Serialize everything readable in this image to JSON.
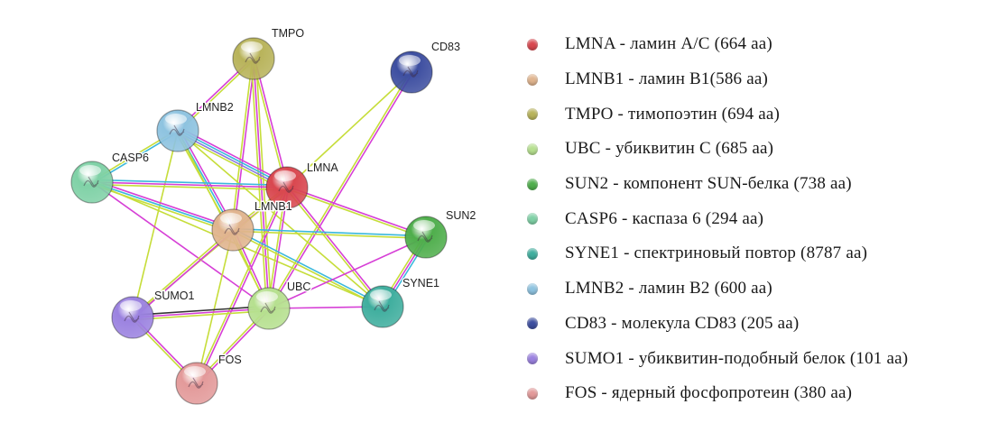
{
  "network": {
    "nodes": [
      {
        "id": "TMPO",
        "color": "#b8b35a"
      },
      {
        "id": "CD83",
        "color": "#3d4ea0"
      },
      {
        "id": "LMNB2",
        "color": "#8ec3e0"
      },
      {
        "id": "CASP6",
        "color": "#7fd1a6"
      },
      {
        "id": "LMNA",
        "color": "#d9474f"
      },
      {
        "id": "LMNB1",
        "color": "#e0b48e"
      },
      {
        "id": "SUN2",
        "color": "#4fae4c"
      },
      {
        "id": "UBC",
        "color": "#b6e08f"
      },
      {
        "id": "SYNE1",
        "color": "#3fae9e"
      },
      {
        "id": "SUMO1",
        "color": "#9b82e0"
      },
      {
        "id": "FOS",
        "color": "#e39a9a"
      }
    ],
    "edges": [
      {
        "a": "TMPO",
        "b": "LMNB2",
        "types": [
          "yellow",
          "magenta"
        ]
      },
      {
        "a": "TMPO",
        "b": "LMNB1",
        "types": [
          "magenta",
          "yellow"
        ]
      },
      {
        "a": "TMPO",
        "b": "UBC",
        "types": [
          "yellow",
          "magenta",
          "yellow"
        ]
      },
      {
        "a": "TMPO",
        "b": "LMNA",
        "types": [
          "magenta",
          "yellow"
        ]
      },
      {
        "a": "CD83",
        "b": "LMNA",
        "types": [
          "yellow"
        ]
      },
      {
        "a": "CD83",
        "b": "UBC",
        "types": [
          "magenta",
          "yellow"
        ]
      },
      {
        "a": "LMNB2",
        "b": "CASP6",
        "types": [
          "cyan",
          "yellow"
        ]
      },
      {
        "a": "LMNB2",
        "b": "LMNA",
        "types": [
          "magenta",
          "cyan",
          "violet",
          "yellow"
        ]
      },
      {
        "a": "LMNB2",
        "b": "LMNB1",
        "types": [
          "magenta",
          "cyan",
          "yellow"
        ]
      },
      {
        "a": "LMNB2",
        "b": "UBC",
        "types": [
          "yellow"
        ]
      },
      {
        "a": "LMNB2",
        "b": "SUMO1",
        "types": [
          "yellow"
        ]
      },
      {
        "a": "LMNB2",
        "b": "SYNE1",
        "types": [
          "yellow"
        ]
      },
      {
        "a": "CASP6",
        "b": "LMNA",
        "types": [
          "cyan",
          "magenta",
          "yellow"
        ]
      },
      {
        "a": "CASP6",
        "b": "LMNB1",
        "types": [
          "magenta",
          "cyan",
          "yellow"
        ]
      },
      {
        "a": "CASP6",
        "b": "UBC",
        "types": [
          "magenta"
        ]
      },
      {
        "a": "CASP6",
        "b": "SYNE1",
        "types": [
          "yellow"
        ]
      },
      {
        "a": "LMNA",
        "b": "LMNB1",
        "types": [
          "magenta",
          "yellow"
        ]
      },
      {
        "a": "LMNA",
        "b": "SUN2",
        "types": [
          "magenta",
          "yellow"
        ]
      },
      {
        "a": "LMNA",
        "b": "SYNE1",
        "types": [
          "magenta",
          "yellow"
        ]
      },
      {
        "a": "LMNA",
        "b": "UBC",
        "types": [
          "magenta",
          "yellow"
        ]
      },
      {
        "a": "LMNA",
        "b": "FOS",
        "types": [
          "magenta",
          "yellow"
        ]
      },
      {
        "a": "LMNA",
        "b": "SUMO1",
        "types": [
          "yellow"
        ]
      },
      {
        "a": "LMNB1",
        "b": "SUN2",
        "types": [
          "cyan",
          "yellow"
        ]
      },
      {
        "a": "LMNB1",
        "b": "SYNE1",
        "types": [
          "cyan",
          "yellow"
        ]
      },
      {
        "a": "LMNB1",
        "b": "UBC",
        "types": [
          "magenta",
          "yellow"
        ]
      },
      {
        "a": "LMNB1",
        "b": "SUMO1",
        "types": [
          "magenta",
          "yellow"
        ]
      },
      {
        "a": "LMNB1",
        "b": "FOS",
        "types": [
          "yellow"
        ]
      },
      {
        "a": "SUN2",
        "b": "SYNE1",
        "types": [
          "cyan",
          "magenta",
          "yellow"
        ]
      },
      {
        "a": "SUN2",
        "b": "UBC",
        "types": [
          "magenta"
        ]
      },
      {
        "a": "UBC",
        "b": "SYNE1",
        "types": [
          "magenta"
        ]
      },
      {
        "a": "UBC",
        "b": "SUMO1",
        "types": [
          "yellow",
          "magenta",
          "black"
        ]
      },
      {
        "a": "UBC",
        "b": "FOS",
        "types": [
          "magenta",
          "yellow"
        ]
      },
      {
        "a": "SUMO1",
        "b": "FOS",
        "types": [
          "magenta",
          "yellow"
        ]
      }
    ],
    "edge_colors": {
      "yellow": "#c6dd3a",
      "magenta": "#d63fd6",
      "cyan": "#3ab8dc",
      "violet": "#8a7ae0",
      "black": "#333333"
    }
  },
  "legend": {
    "items": [
      {
        "label": "LMNA - ламин A/C (664 аа)",
        "color": "#d9474f"
      },
      {
        "label": "LMNB1 - ламин B1(586 аа)",
        "color": "#e0b48e"
      },
      {
        "label": "TMPO - тимопоэтин (694 аа)",
        "color": "#b8b35a"
      },
      {
        "label": "UBC - убиквитин С (685 аа)",
        "color": "#b6e08f"
      },
      {
        "label": "SUN2 - компонент SUN-белка (738 аа)",
        "color": "#4fae4c"
      },
      {
        "label": "CASP6 - каспаза 6 (294 аа)",
        "color": "#7fd1a6"
      },
      {
        "label": "SYNE1 - спектриновый повтор (8787 аа)",
        "color": "#3fae9e"
      },
      {
        "label": "LMNB2 - ламин B2 (600 аа)",
        "color": "#8ec3e0"
      },
      {
        "label": "CD83 - молекула CD83 (205 аа)",
        "color": "#3d4ea0"
      },
      {
        "label": "SUMO1 - убиквитин-подобный белок (101 аа)",
        "color": "#9b82e0"
      },
      {
        "label": "FOS - ядерный фосфопротеин (380 аа)",
        "color": "#e39a9a"
      }
    ]
  }
}
